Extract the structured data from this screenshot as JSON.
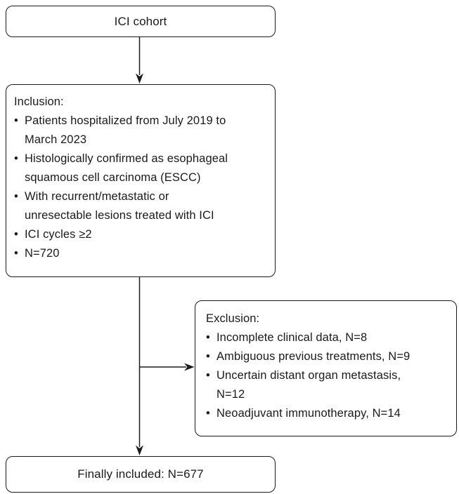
{
  "ui": {
    "bullet_icon": "•"
  },
  "colors": {
    "line": "#1a1a1a",
    "text": "#1a1a1a",
    "box_background": "#ffffff",
    "page_background": "#ffffff"
  },
  "flowchart": {
    "nodes": {
      "cohort": {
        "label": "ICI cohort"
      },
      "inclusion": {
        "heading": "Inclusion:",
        "items": [
          "Patients hospitalized from July 2019 to\nMarch 2023",
          "Histologically confirmed as esophageal\nsquamous cell carcinoma (ESCC)",
          "With recurrent/metastatic or\nunresectable lesions treated with ICI",
          "ICI cycles ≥2",
          "N=720"
        ]
      },
      "exclusion": {
        "heading": "Exclusion:",
        "items": [
          "Incomplete clinical data, N=8",
          "Ambiguous previous treatments, N=9",
          "Uncertain distant organ metastasis,\nN=12",
          "Neoadjuvant immunotherapy, N=14"
        ]
      },
      "final": {
        "label": "Finally included: N=677"
      }
    }
  }
}
